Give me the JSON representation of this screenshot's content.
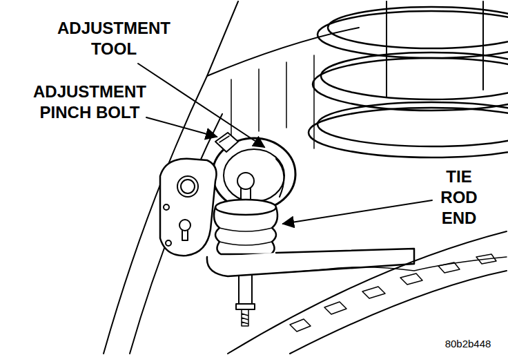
{
  "diagram": {
    "labels": [
      "ADJUSTMENT TOOL",
      "ADJUSTMENT PINCH BOLT",
      "TIE ROD END",
      "80b2b448"
    ]
  }
}
